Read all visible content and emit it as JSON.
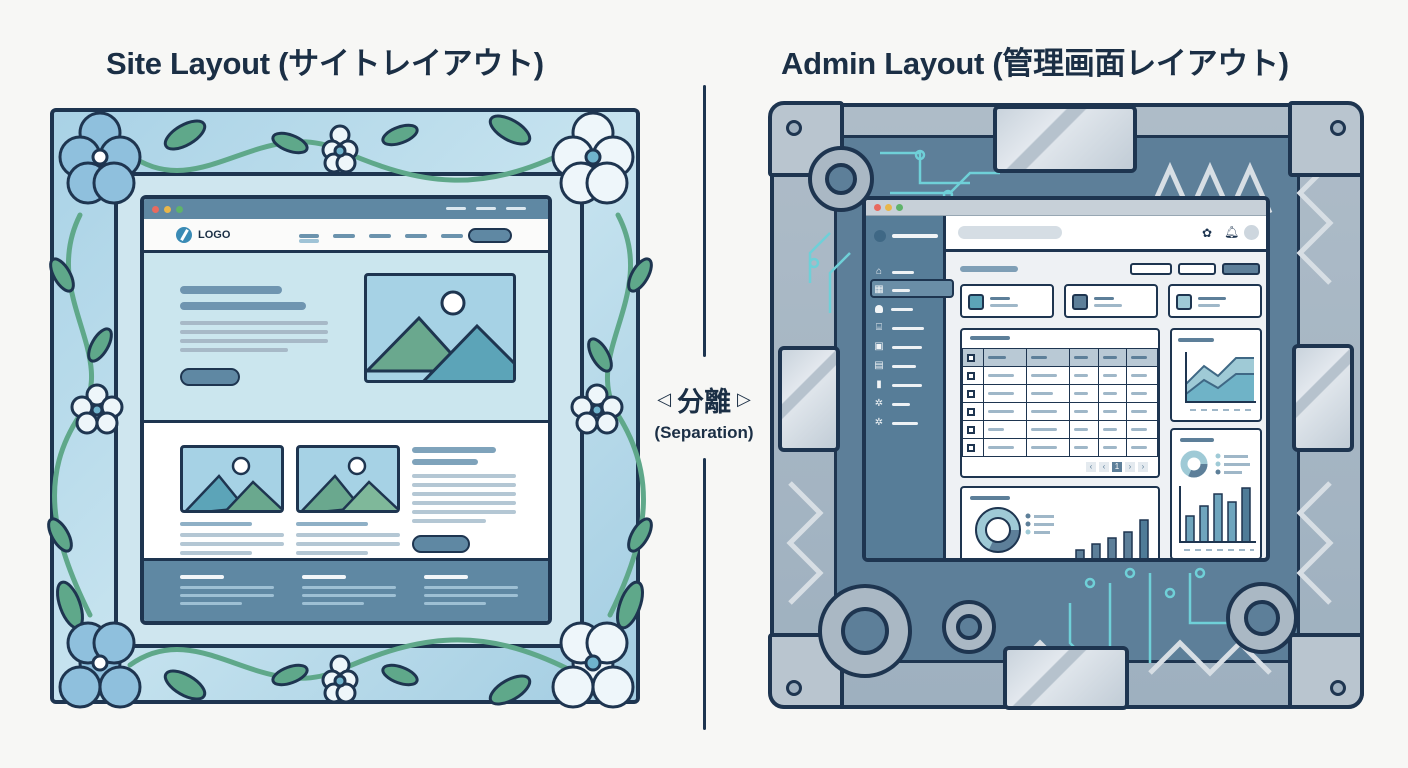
{
  "titles": {
    "site": "Site Layout (サイトレイアウト)",
    "admin": "Admin Layout (管理画面レイアウト)"
  },
  "separator": {
    "label_jp": "分離",
    "label_en": "(Separation)",
    "left_arrow": "◁",
    "right_arrow": "▷"
  },
  "site_layout": {
    "frame_style": "floral",
    "window_dots": [
      "#e86a5f",
      "#e8b64a",
      "#5fb36a"
    ],
    "logo_text": "LOGO",
    "nav_link_count": 5,
    "sections": [
      "header",
      "hero",
      "content-grid",
      "footer"
    ],
    "footer_column_count": 3
  },
  "admin_layout": {
    "frame_style": "mechanical",
    "window_dots": [
      "#e86a5f",
      "#e8b64a",
      "#5fb36a"
    ],
    "sidebar_icons": [
      "home-icon",
      "dashboard-grid-icon",
      "user-icon",
      "inbox-icon",
      "document-icon",
      "table-icon",
      "bar-chart-icon",
      "gear-icon",
      "gear-icon"
    ],
    "sidebar_icon_glyphs": [
      "⌂",
      "▦",
      "👤",
      "⌸",
      "▣",
      "▤",
      "▮",
      "✲",
      "✲"
    ],
    "header_icons": [
      "settings-icon",
      "bell-icon",
      "avatar"
    ],
    "stat_card_count": 3,
    "table": {
      "row_count": 5,
      "column_count": 6,
      "current_page": "1"
    },
    "widgets": [
      "line-chart",
      "donut-chart",
      "bar-chart"
    ]
  },
  "colors": {
    "ink": "#1e3550",
    "site_accent": "#5f88a3",
    "site_light": "#cbe6ee",
    "admin_sidebar": "#577d98",
    "steel": "#b9c5cf",
    "circuit": "#6fd0d8",
    "leaf": "#5fa88a"
  }
}
